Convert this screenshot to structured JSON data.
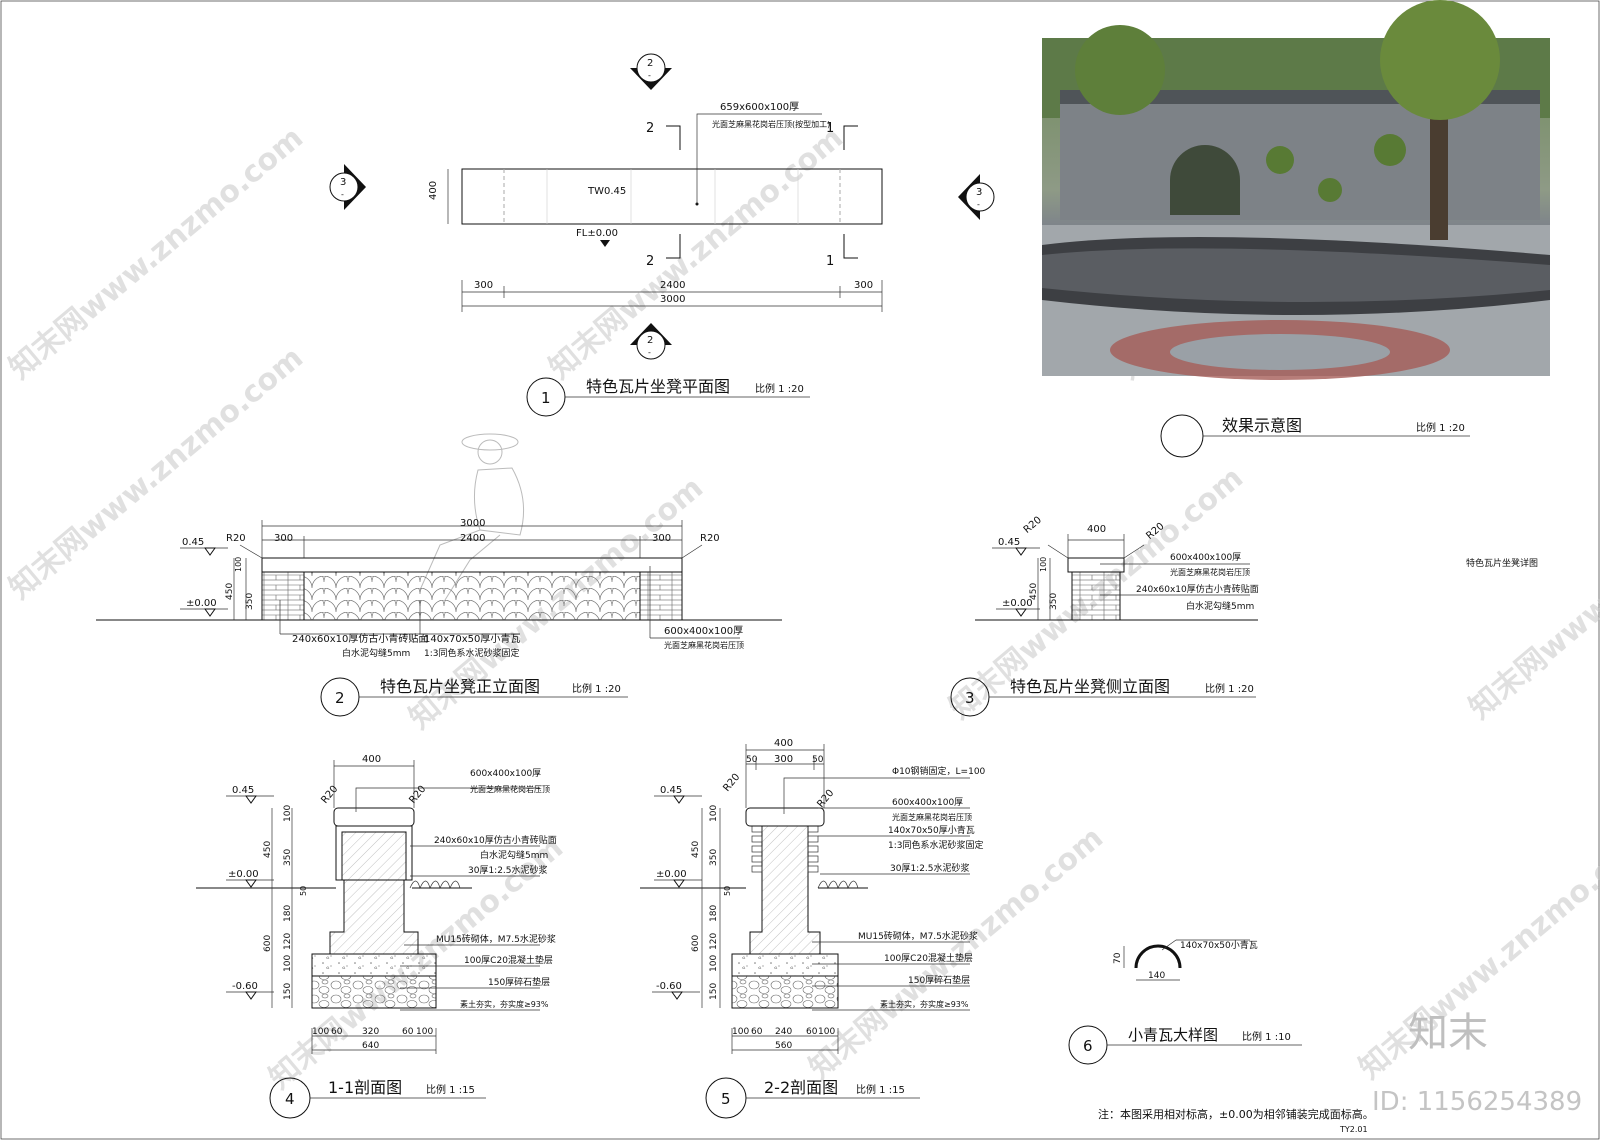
{
  "plan": {
    "title": "特色瓦片坐凳平面图",
    "num": "1",
    "scale": "比例  1 :20",
    "cap_dim": "659x600x100厚",
    "cap_note": "光面芝麻黑花岗岩压顶(按型加工)",
    "tw": "TW0.45",
    "fl": "FL±0.00",
    "w_400": "400",
    "d_300a": "300",
    "d_2400": "2400",
    "d_300b": "300",
    "d_3000": "3000",
    "sec_1": "1",
    "sec_2": "2",
    "sym_2": "2",
    "sym_3": "3",
    "sym_dash": "-"
  },
  "photo": {
    "title": "效果示意图",
    "scale": "比例  1 :20"
  },
  "front": {
    "title": "特色瓦片坐凳正立面图",
    "num": "2",
    "scale": "比例  1 :20",
    "d_3000": "3000",
    "d_2400": "2400",
    "d_300a": "300",
    "d_300b": "300",
    "r20": "R20",
    "lvl_045": "0.45",
    "lvl_000": "±0.00",
    "h_100": "100",
    "h_350": "350",
    "h_450": "450",
    "note_brick": "240x60x10厚仿古小青砖贴面",
    "note_brick2": "白水泥勾缝5mm",
    "note_tile": "140x70x50厚小青瓦",
    "note_tile2": "1:3同色系水泥砂浆固定",
    "note_cap": "600x400x100厚",
    "note_cap2": "光面芝麻黑花岗岩压顶"
  },
  "side": {
    "title": "特色瓦片坐凳侧立面图",
    "num": "3",
    "scale": "比例  1 :20",
    "w_400": "400",
    "r20": "R20",
    "lvl_045": "0.45",
    "lvl_000": "±0.00",
    "h_100": "100",
    "h_350": "350",
    "h_450": "450",
    "note1": "600x400x100厚",
    "note2": "光面芝麻黑花岗岩压顶",
    "note3": "240x60x10厚仿古小青砖贴面",
    "note4": "白水泥勾缝5mm",
    "detail_label": "特色瓦片坐凳详图"
  },
  "sec11": {
    "title": "1-1剖面图",
    "num": "4",
    "scale": "比例  1 :15",
    "w_400": "400",
    "r20": "R20",
    "lvl_045": "0.45",
    "lvl_000": "±0.00",
    "lvl_060": "-0.60",
    "n_cap": "600x400x100厚",
    "n_cap2": "光面芝麻黑花岗岩压顶",
    "n_brick": "240x60x10厚仿古小青砖贴面",
    "n_brick2": "白水泥勾缝5mm",
    "n_mortar": "30厚1:2.5水泥砂浆",
    "n_mu15": "MU15砖砌体，M7.5水泥砂浆",
    "n_c20": "100厚C20混凝土垫层",
    "n_gravel": "150厚碎石垫层",
    "n_soil": "素土夯实，夯实度≥93%",
    "v100": "100",
    "v350": "350",
    "v450": "450",
    "v50": "50",
    "v180": "180",
    "v120": "120",
    "v600": "600",
    "v100b": "100",
    "v150": "150",
    "b100": "100",
    "b60": "60",
    "b320": "320",
    "b60b": "60",
    "b100b": "100",
    "b640": "640"
  },
  "sec22": {
    "title": "2-2剖面图",
    "num": "5",
    "scale": "比例  1 :15",
    "w_400": "400",
    "w_50a": "50",
    "w_300": "300",
    "w_50b": "50",
    "r20": "R20",
    "lvl_045": "0.45",
    "lvl_000": "±0.00",
    "lvl_060": "-0.60",
    "n_anchor": "Φ10钢销固定，L=100",
    "n_cap": "600x400x100厚",
    "n_cap2": "光面芝麻黑花岗岩压顶",
    "n_tile": "140x70x50厚小青瓦",
    "n_tile2": "1:3同色系水泥砂浆固定",
    "n_mortar": "30厚1:2.5水泥砂浆",
    "n_mu15": "MU15砖砌体，M7.5水泥砂浆",
    "n_c20": "100厚C20混凝土垫层",
    "n_gravel": "150厚碎石垫层",
    "n_soil": "素土夯实，夯实度≥93%",
    "v100": "100",
    "v350": "350",
    "v450": "450",
    "v50": "50",
    "v180": "180",
    "v120": "120",
    "v600": "600",
    "v100b": "100",
    "v150": "150",
    "b100": "100",
    "b60": "60",
    "b240": "240",
    "b60b": "60",
    "b100b": "100",
    "b560": "560"
  },
  "tile": {
    "title": "小青瓦大样图",
    "num": "6",
    "scale": "比例  1 :10",
    "note": "140x70x50小青瓦",
    "w": "140",
    "h": "70"
  },
  "footer": {
    "note": "注：本图采用相对标高，±0.00为相邻铺装完成面标高。",
    "sheet": "TY2.01",
    "brand": "知末",
    "id": "ID: 1156254389"
  },
  "watermark": {
    "text": "知末网www.znzmo.com"
  },
  "colors": {
    "line": "#111111",
    "watermark": "#c8c8c8"
  }
}
